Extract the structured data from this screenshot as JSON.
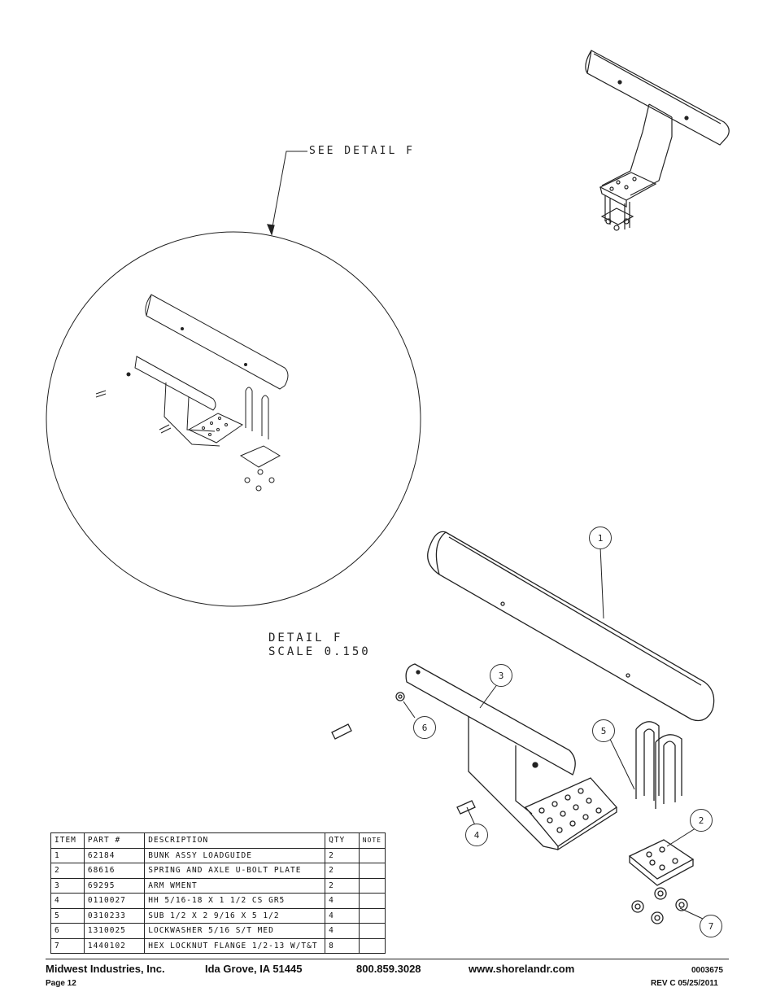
{
  "callouts": {
    "see_detail": "SEE DETAIL  F",
    "detail_title": "DETAIL  F",
    "detail_scale": "SCALE  0.150"
  },
  "balloons": [
    "1",
    "3",
    "6",
    "5",
    "2",
    "4",
    "7"
  ],
  "bom": {
    "headers": [
      "ITEM",
      "PART #",
      "DESCRIPTION",
      "QTY",
      "NOTE"
    ],
    "rows": [
      [
        "1",
        "62184",
        "BUNK ASSY   LOADGUIDE",
        "2",
        ""
      ],
      [
        "2",
        "68616",
        "SPRING AND AXLE U-BOLT PLATE",
        "2",
        ""
      ],
      [
        "3",
        "69295",
        "ARM WMENT",
        "2",
        ""
      ],
      [
        "4",
        "0110027",
        "HH 5/16-18 X 1 1/2 CS GR5",
        "4",
        ""
      ],
      [
        "5",
        "0310233",
        "SUB 1/2 X 2 9/16 X 5 1/2",
        "4",
        ""
      ],
      [
        "6",
        "1310025",
        "LOCKWASHER 5/16 S/T MED",
        "4",
        ""
      ],
      [
        "7",
        "1440102",
        "HEX LOCKNUT FLANGE 1/2-13 W/T&T",
        "8",
        ""
      ]
    ]
  },
  "footer": {
    "company": "Midwest Industries, Inc.",
    "city": "Ida Grove, IA  51445",
    "phone": "800.859.3028",
    "website": "www.shorelandr.com",
    "doc_number": "0003675",
    "page": "Page 12",
    "revision": "REV C  05/25/2011"
  }
}
